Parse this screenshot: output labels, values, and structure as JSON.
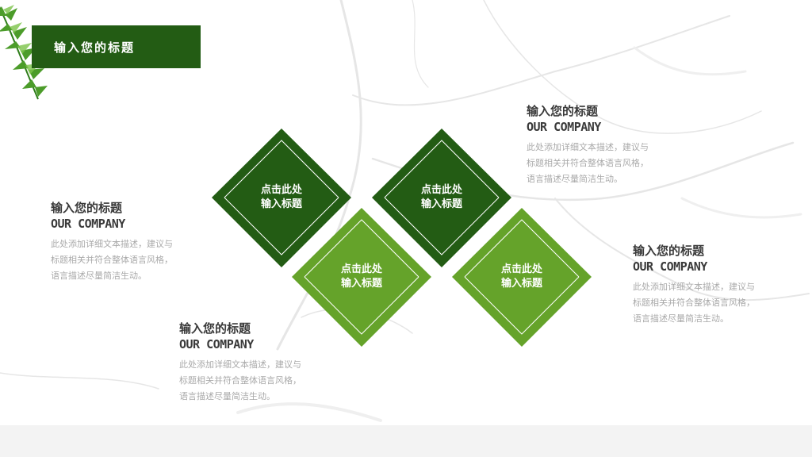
{
  "header": {
    "title": "输入您的标题"
  },
  "colors": {
    "dark_green": "#235c14",
    "light_green": "#65a32a",
    "text": "#3a3a3a",
    "muted": "#a9a9a9"
  },
  "diamonds": [
    {
      "line1": "点击此处",
      "line2": "输入标题",
      "color": "#235c14"
    },
    {
      "line1": "点击此处",
      "line2": "输入标题",
      "color": "#235c14"
    },
    {
      "line1": "点击此处",
      "line2": "输入标题",
      "color": "#65a32a"
    },
    {
      "line1": "点击此处",
      "line2": "输入标题",
      "color": "#65a32a"
    }
  ],
  "blocks": [
    {
      "title": "输入您的标题",
      "subtitle": "OUR COMPANY",
      "lines": [
        "此处添加详细文本描述，建议与",
        "标题相关并符合整体语言风格，",
        "语言描述尽量简洁生动。"
      ]
    },
    {
      "title": "输入您的标题",
      "subtitle": "OUR COMPANY",
      "lines": [
        "此处添加详细文本描述，建议与",
        "标题相关并符合整体语言风格，",
        "语言描述尽量简洁生动。"
      ]
    },
    {
      "title": "输入您的标题",
      "subtitle": "OUR COMPANY",
      "lines": [
        "此处添加详细文本描述，建议与",
        "标题相关并符合整体语言风格，",
        "语言描述尽量简洁生动。"
      ]
    },
    {
      "title": "输入您的标题",
      "subtitle": "OUR COMPANY",
      "lines": [
        "此处添加详细文本描述，建议与",
        "标题相关并符合整体语言风格，",
        "语言描述尽量简洁生动。"
      ]
    }
  ]
}
